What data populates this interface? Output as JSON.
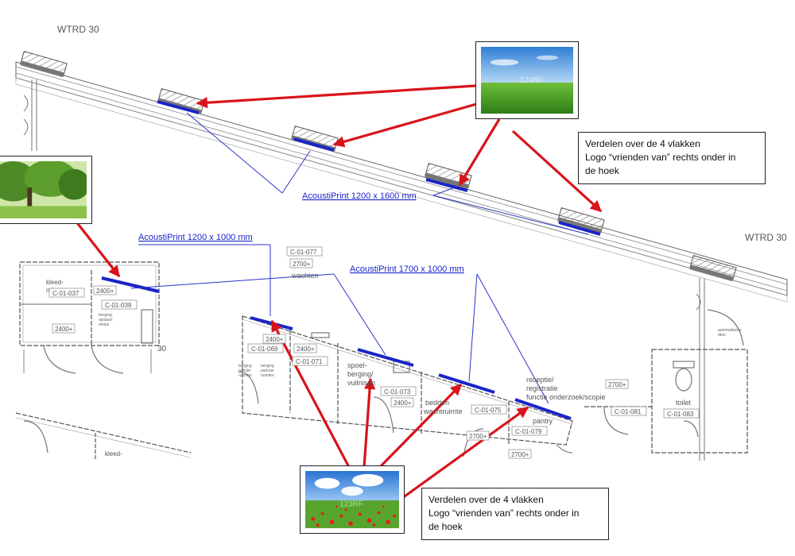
{
  "labels": {
    "wtrd_top": "WTRD 30",
    "wtrd_right": "WTRD 30",
    "acousti_1200x1600": "AcoustiPrint 1200 x 1600 mm",
    "acousti_1200x1000": "AcoustiPrint 1200 x 1000 mm",
    "acousti_1700x1000": "AcoustiPrint 1700 x 1000 mm"
  },
  "rooms": {
    "kleedruimte": "kleed-\nruimte",
    "c01037": "C-01-037",
    "c01039": "C-01-039",
    "r2400_a": "2400+",
    "r2400_b": "2400+",
    "berging_small": "berging,\nopslaan\nshops",
    "c01077": "C-01-077",
    "r2700_a": "2700+",
    "wachten": "wachten",
    "c01069": "C-01-069",
    "r2400_c": "2400+",
    "r2400_d": "2400+",
    "c01071": "C-01-071",
    "berging_left": "berging\nparkde\nruimten",
    "berging_left2": "berging\nparkeer\nruimten",
    "spoel": "spoel-\nberging/\nvuilnisen",
    "c01073": "C-01-073",
    "r2400_e": "2400+",
    "bedden": "bedden\nwachtruimte",
    "c01075": "C-01-075",
    "r2700_b": "2700+",
    "receptie": "receptie/\nregistratie\nfunctie onderzoek/scopie",
    "pantry": "pantry",
    "c01079": "C-01-079",
    "r2700_c": "2700+",
    "c01081": "C-01-081",
    "r2700_d": "2700+",
    "toilet": "toilet",
    "c01083": "C-01-083",
    "automatische_deur": "automatische\ndeur",
    "kleed_bottom": "kleed-",
    "num30": "30"
  },
  "notes": {
    "top": [
      "Verdelen over de 4 vlakken",
      "Logo “vrienden van”  rechts onder in",
      "de hoek"
    ],
    "bottom": [
      "Verdelen over de 4 vlakken",
      "Logo “vrienden van”  rechts onder in",
      "de hoek"
    ]
  },
  "watermarks": {
    "field": "123RF",
    "poppy": "123RF"
  },
  "colors": {
    "arrow": "#d9141b",
    "leader": "#2b35c9",
    "panel": "#1a24c8",
    "wall": "#555555"
  },
  "icons": {
    "field_photo": "field-photo",
    "tree_photo": "tree-photo",
    "poppy_photo": "poppy-field-photo"
  }
}
